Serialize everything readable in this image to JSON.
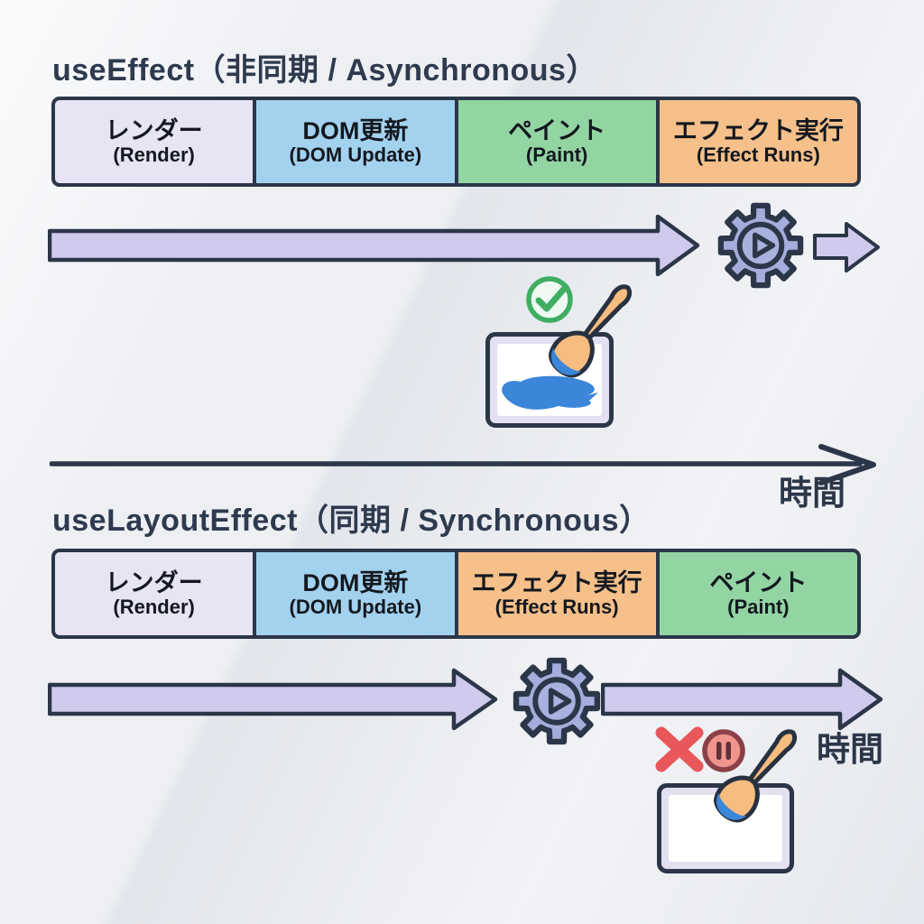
{
  "sections": [
    {
      "id": "useEffect",
      "title": "useEffect（非同期 / Asynchronous）",
      "phases": [
        {
          "jp": "レンダー",
          "en": "(Render)",
          "color": "#e7e4f4"
        },
        {
          "jp": "DOM更新",
          "en": "(DOM Update)",
          "color": "#a3d2ef"
        },
        {
          "jp": "ペイント",
          "en": "(Paint)",
          "color": "#92d5a3"
        },
        {
          "jp": "エフェクト実行",
          "en": "(Effect Runs)",
          "color": "#f6c08a"
        }
      ],
      "time_label": "時間"
    },
    {
      "id": "useLayoutEffect",
      "title": "useLayoutEffect（同期 / Synchronous）",
      "phases": [
        {
          "jp": "レンダー",
          "en": "(Render)",
          "color": "#e7e4f4"
        },
        {
          "jp": "DOM更新",
          "en": "(DOM Update)",
          "color": "#a3d2ef"
        },
        {
          "jp": "エフェクト実行",
          "en": "(Effect Runs)",
          "color": "#f6c08a"
        },
        {
          "jp": "ペイント",
          "en": "(Paint)",
          "color": "#92d5a3"
        }
      ],
      "time_label": "時間"
    }
  ],
  "icons": {
    "gear_play": "gear-with-play-icon",
    "check": "check-circle-icon",
    "paint_canvas": "paint-canvas-icon",
    "paintbrush": "paintbrush-icon",
    "blocked_x": "red-x-icon",
    "pause": "pause-circle-icon",
    "flow_arrow": "flow-arrow-icon",
    "time_axis": "time-axis-arrow-icon"
  },
  "colors": {
    "background": "#edeff3",
    "outline_dark": "#2b3648",
    "title_text": "#2e3a4e",
    "segment_render": "#e7e4f4",
    "segment_dom": "#a3d2ef",
    "segment_paint": "#92d5a3",
    "segment_effect": "#f6c08a",
    "arrow_fill": "#d0caec",
    "gear_fill": "#a4addb",
    "check_green": "#3fae63",
    "paint_blue": "#3b86d9",
    "brush_handle": "#f6bc80",
    "x_red": "#e9575a",
    "pause_fill": "#f0958e",
    "pause_ring": "#8a4046"
  }
}
